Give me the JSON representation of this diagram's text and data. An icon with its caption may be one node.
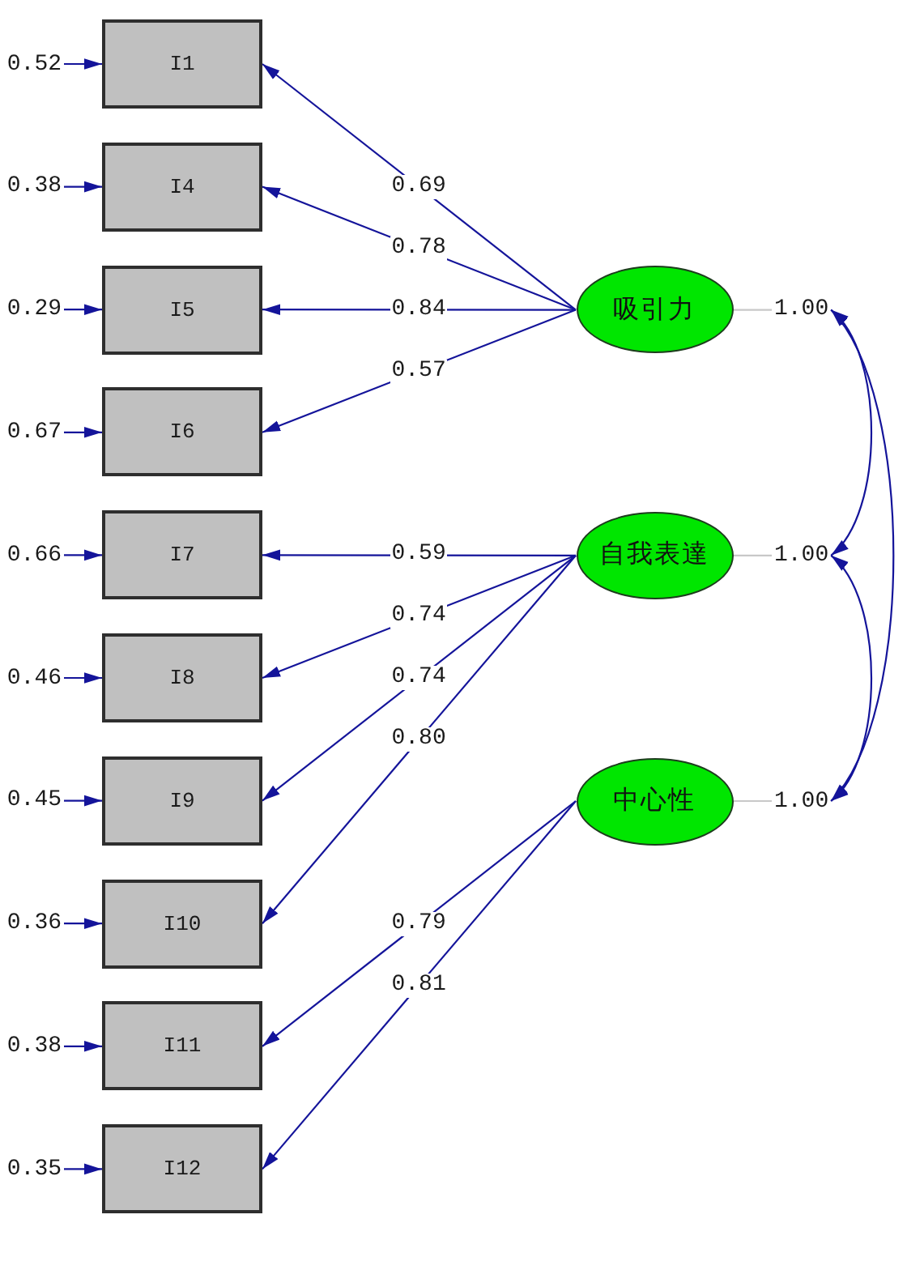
{
  "diagram": {
    "nodes": [
      {
        "text": [
          "I1"
        ]
      },
      {
        "text": [
          "I4"
        ]
      },
      {
        "text": [
          "I5"
        ]
      },
      {
        "text": [
          "I6"
        ]
      },
      {
        "text": [
          "I7"
        ]
      },
      {
        "text": [
          "I8"
        ]
      },
      {
        "text": [
          "I9"
        ]
      },
      {
        "text": [
          "I10"
        ]
      },
      {
        "text": [
          "I11"
        ]
      },
      {
        "text": [
          "I12"
        ]
      },
      {
        "text": [
          "吸引力"
        ]
      },
      {
        "text": [
          "自我表達"
        ]
      },
      {
        "text": [
          "中心性"
        ]
      },
      {
        "text": [
          "1.00"
        ]
      },
      {
        "text": [
          "1.00"
        ]
      },
      {
        "text": [
          "1.00"
        ]
      },
      {
        "text": [
          "0.52"
        ]
      },
      {
        "text": [
          "0.38"
        ]
      },
      {
        "text": [
          "0.29"
        ]
      },
      {
        "text": [
          "0.67"
        ]
      },
      {
        "text": [
          "0.66"
        ]
      },
      {
        "text": [
          "0.46"
        ]
      },
      {
        "text": [
          "0.45"
        ]
      },
      {
        "text": [
          "0.36"
        ]
      },
      {
        "text": [
          "0.38"
        ]
      },
      {
        "text": [
          "0.35"
        ]
      }
    ],
    "edges": [
      {
        "from": 10,
        "to": 0,
        "arrow": "to",
        "label": "0.69"
      },
      {
        "from": 10,
        "to": 1,
        "arrow": "to",
        "label": "0.78"
      },
      {
        "from": 10,
        "to": 2,
        "arrow": "to",
        "label": "0.84"
      },
      {
        "from": 10,
        "to": 3,
        "arrow": "to",
        "label": "0.57"
      },
      {
        "from": 11,
        "to": 4,
        "arrow": "to",
        "label": "0.59"
      },
      {
        "from": 11,
        "to": 5,
        "arrow": "to",
        "label": "0.74"
      },
      {
        "from": 11,
        "to": 6,
        "arrow": "to",
        "label": "0.74"
      },
      {
        "from": 11,
        "to": 7,
        "arrow": "to",
        "label": "0.80"
      },
      {
        "from": 12,
        "to": 8,
        "arrow": "to",
        "label": "0.79"
      },
      {
        "from": 12,
        "to": 9,
        "arrow": "to",
        "label": "0.81"
      },
      {
        "from": 16,
        "to": 0,
        "arrow": "to"
      },
      {
        "from": 17,
        "to": 1,
        "arrow": "to"
      },
      {
        "from": 18,
        "to": 2,
        "arrow": "to"
      },
      {
        "from": 19,
        "to": 3,
        "arrow": "to"
      },
      {
        "from": 20,
        "to": 4,
        "arrow": "to"
      },
      {
        "from": 21,
        "to": 5,
        "arrow": "to"
      },
      {
        "from": 22,
        "to": 6,
        "arrow": "to"
      },
      {
        "from": 23,
        "to": 7,
        "arrow": "to"
      },
      {
        "from": 24,
        "to": 8,
        "arrow": "to"
      },
      {
        "from": 25,
        "to": 9,
        "arrow": "to"
      },
      {
        "from": 10,
        "to": 13,
        "arrow": "none",
        "color": "#c8c8c8"
      },
      {
        "from": 11,
        "to": 14,
        "arrow": "none",
        "color": "#c8c8c8"
      },
      {
        "from": 12,
        "to": 15,
        "arrow": "none",
        "color": "#c8c8c8"
      },
      {
        "from": 13,
        "to": 14,
        "arrow": "both"
      },
      {
        "from": 14,
        "to": 15,
        "arrow": "both"
      },
      {
        "from": 13,
        "to": 15,
        "arrow": "both"
      }
    ]
  }
}
